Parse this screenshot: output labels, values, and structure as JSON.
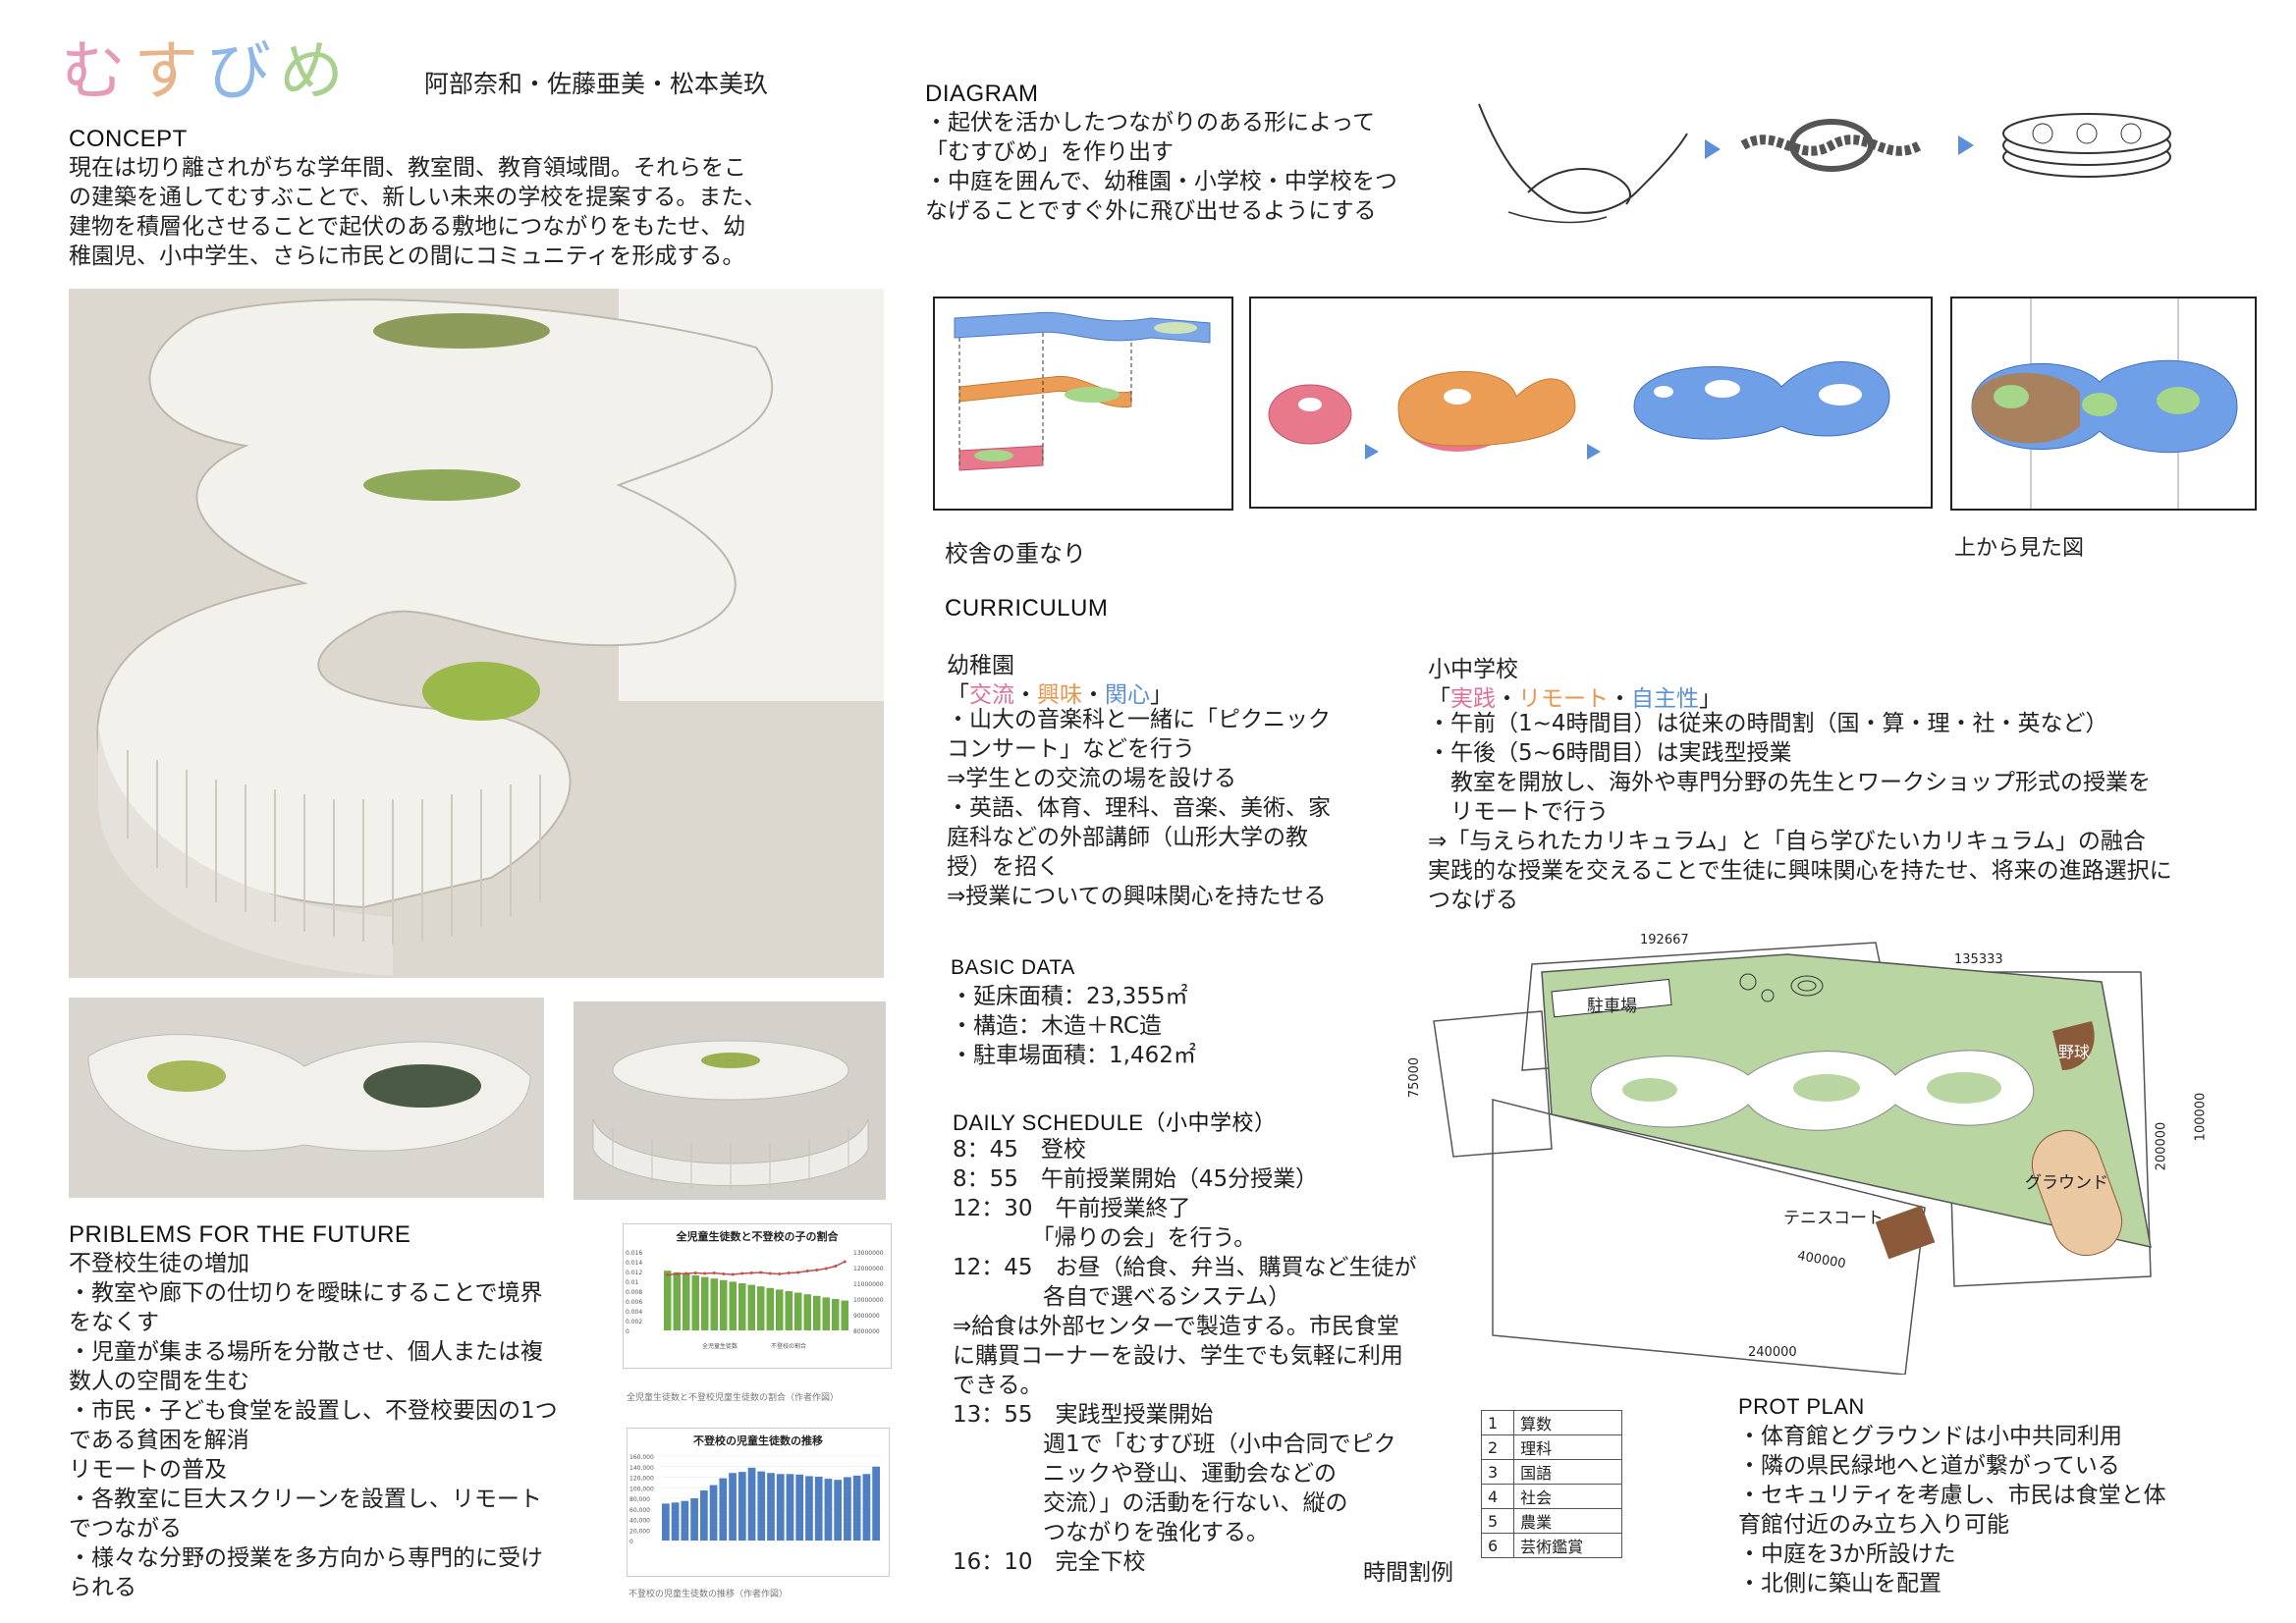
{
  "title": {
    "chars": [
      "む",
      "す",
      "び",
      "め"
    ],
    "colors": [
      "#e59ab8",
      "#e8b48a",
      "#8fb8e6",
      "#a9d08e"
    ]
  },
  "authors": "阿部奈和・佐藤亜美・松本美玖",
  "concept": {
    "heading": "CONCEPT",
    "text": "現在は切り離されがちな学年間、教室間、教育領域間。それらをこ\nの建築を通してむすぶことで、新しい未来の学校を提案する。また、\n建物を積層化させることで起伏のある敷地につながりをもたせ、幼\n稚園児、小中学生、さらに市民との間にコミュニティを形成する。"
  },
  "problems": {
    "heading": "PRIBLEMS FOR THE FUTURE",
    "text": "不登校生徒の増加\n・教室や廊下の仕切りを曖昧にすることで境界\nをなくす\n・児童が集まる場所を分散させ、個人または複\n数人の空間を生む\n・市民・子ども食堂を設置し、不登校要因の1つ\nである貧困を解消\nリモートの普及\n・各教室に巨大スクリーンを設置し、リモート\nでつながる\n・様々な分野の授業を多方向から専門的に受け\nられる"
  },
  "chart1": {
    "title": "全児童生徒数と不登校の子の割合",
    "caption": "全児童生徒数と不登校児童生徒数の割合（作者作図）",
    "legend": [
      "全児童生徒数",
      "不登校の割合"
    ]
  },
  "chart2": {
    "title": "不登校の児童生徒数の推移",
    "caption": "不登校の児童生徒数の推移（作者作図）"
  },
  "chart_data": [
    {
      "type": "bar",
      "title": "全児童生徒数と不登校の子の割合",
      "series": [
        {
          "name": "全児童生徒数",
          "type": "bar",
          "values": [
            11.8,
            11.7,
            11.6,
            11.5,
            11.4,
            11.3,
            11.2,
            11.1,
            11.0,
            10.9,
            10.8,
            10.7,
            10.6,
            10.5,
            10.4,
            10.3,
            10.2,
            10.1,
            10.0,
            9.9
          ]
        },
        {
          "name": "不登校の割合",
          "type": "line",
          "values": [
            0.0113,
            0.0115,
            0.0116,
            0.0117,
            0.0116,
            0.0117,
            0.0115,
            0.0114,
            0.0116,
            0.0117,
            0.0118,
            0.0116,
            0.0115,
            0.0117,
            0.0118,
            0.0121,
            0.0123,
            0.0126,
            0.0131,
            0.014
          ]
        }
      ],
      "yticks_left": [
        "0.016",
        "0.014",
        "0.012",
        "0.01",
        "0.008",
        "0.006",
        "0.004",
        "0.002",
        "0"
      ],
      "yticks_right": [
        "13000000",
        "12000000",
        "11000000",
        "10000000",
        "9000000",
        "8000000"
      ]
    },
    {
      "type": "bar",
      "title": "不登校の児童生徒数の推移",
      "series": [
        {
          "name": "不登校の児童生徒数",
          "values": [
            70000,
            72000,
            75000,
            80000,
            95000,
            105000,
            118000,
            128000,
            130000,
            138000,
            131000,
            128000,
            126000,
            126000,
            125000,
            122000,
            121000,
            117000,
            115000,
            120000,
            123000,
            126000,
            140000
          ]
        }
      ],
      "yticks": [
        "160,000",
        "140,000",
        "120,000",
        "100,000",
        "80,000",
        "60,000",
        "40,000",
        "20,000",
        "0"
      ]
    }
  ],
  "diagram": {
    "heading": "DIAGRAM",
    "text": "・起伏を活かしたつながりのある形によって\n「むすびめ」を作り出す\n・中庭を囲んで、幼稚園・小学校・中学校をつ\nなげることですぐ外に飛び出せるようにする",
    "label_overlap": "校舎の重なり",
    "label_top": "上から見た図"
  },
  "curriculum": {
    "heading": "CURRICULUM",
    "kinder": {
      "title": "幼稚園",
      "keywords": [
        {
          "t": "交流",
          "c": "#e06f9a"
        },
        {
          "t": "興味",
          "c": "#e8964e"
        },
        {
          "t": "関心",
          "c": "#5b8fd6"
        }
      ],
      "text": "・山大の音楽科と一緒に「ピクニック\nコンサート」などを行う\n⇒学生との交流の場を設ける\n・英語、体育、理科、音楽、美術、家\n庭科などの外部講師（山形大学の教\n授）を招く\n⇒授業についての興味関心を持たせる"
    },
    "school": {
      "title": "小中学校",
      "keywords": [
        {
          "t": "実践",
          "c": "#e06f9a"
        },
        {
          "t": "リモート",
          "c": "#e8964e"
        },
        {
          "t": "自主性",
          "c": "#5b8fd6"
        }
      ],
      "text": "・午前（1~4時間目）は従来の時間割（国・算・理・社・英など）\n・午後（5~6時間目）は実践型授業\n　教室を開放し、海外や専門分野の先生とワークショップ形式の授業を\n　リモートで行う\n⇒「与えられたカリキュラム」と「自ら学びたいカリキュラム」の融合\n実践的な授業を交えることで生徒に興味関心を持たせ、将来の進路選択に\nつなげる"
    }
  },
  "basic": {
    "heading": "BASIC DATA",
    "text": "・延床面積：23,355㎡\n・構造：木造＋RC造\n・駐車場面積：1,462㎡"
  },
  "schedule": {
    "heading": "DAILY SCHEDULE（小中学校）",
    "text": "8：45　登校\n8：55　午前授業開始（45分授業）\n12：30　午前授業終了\n　　　　「帰りの会」を行う。\n12：45　お昼（給食、弁当、購買など生徒が\n　　　　各自で選べるシステム）\n⇒給食は外部センターで製造する。市民食堂\nに購買コーナーを設け、学生でも気軽に利用\nできる。\n13：55　実践型授業開始\n　　　　週1で「むすび班（小中合同でピク\n　　　　ニックや登山、運動会などの\n　　　　交流）」の活動を行ない、縦の\n　　　　つながりを強化する。\n16：10　完全下校",
    "timetable_label": "時間割例",
    "timetable": [
      {
        "n": "1",
        "s": "算数"
      },
      {
        "n": "2",
        "s": "理科"
      },
      {
        "n": "3",
        "s": "国語"
      },
      {
        "n": "4",
        "s": "社会"
      },
      {
        "n": "5",
        "s": "農業"
      },
      {
        "n": "6",
        "s": "芸術鑑賞"
      }
    ]
  },
  "plan": {
    "labels": {
      "parking": "駐車場",
      "baseball": "野球",
      "ground": "グラウンド",
      "tennis": "テニスコート"
    },
    "dims": {
      "top1": "192667",
      "top2": "135333",
      "left": "75000",
      "right1": "200000",
      "right2": "100000",
      "diag": "400000",
      "bottom": "240000"
    },
    "heading": "PROT PLAN",
    "text": "・体育館とグラウンドは小中共同利用\n・隣の県民緑地へと道が繋がっている\n・セキュリティを考慮し、市民は食堂と体\n育館付近のみ立ち入り可能\n・中庭を3か所設けた\n・北側に築山を配置"
  }
}
